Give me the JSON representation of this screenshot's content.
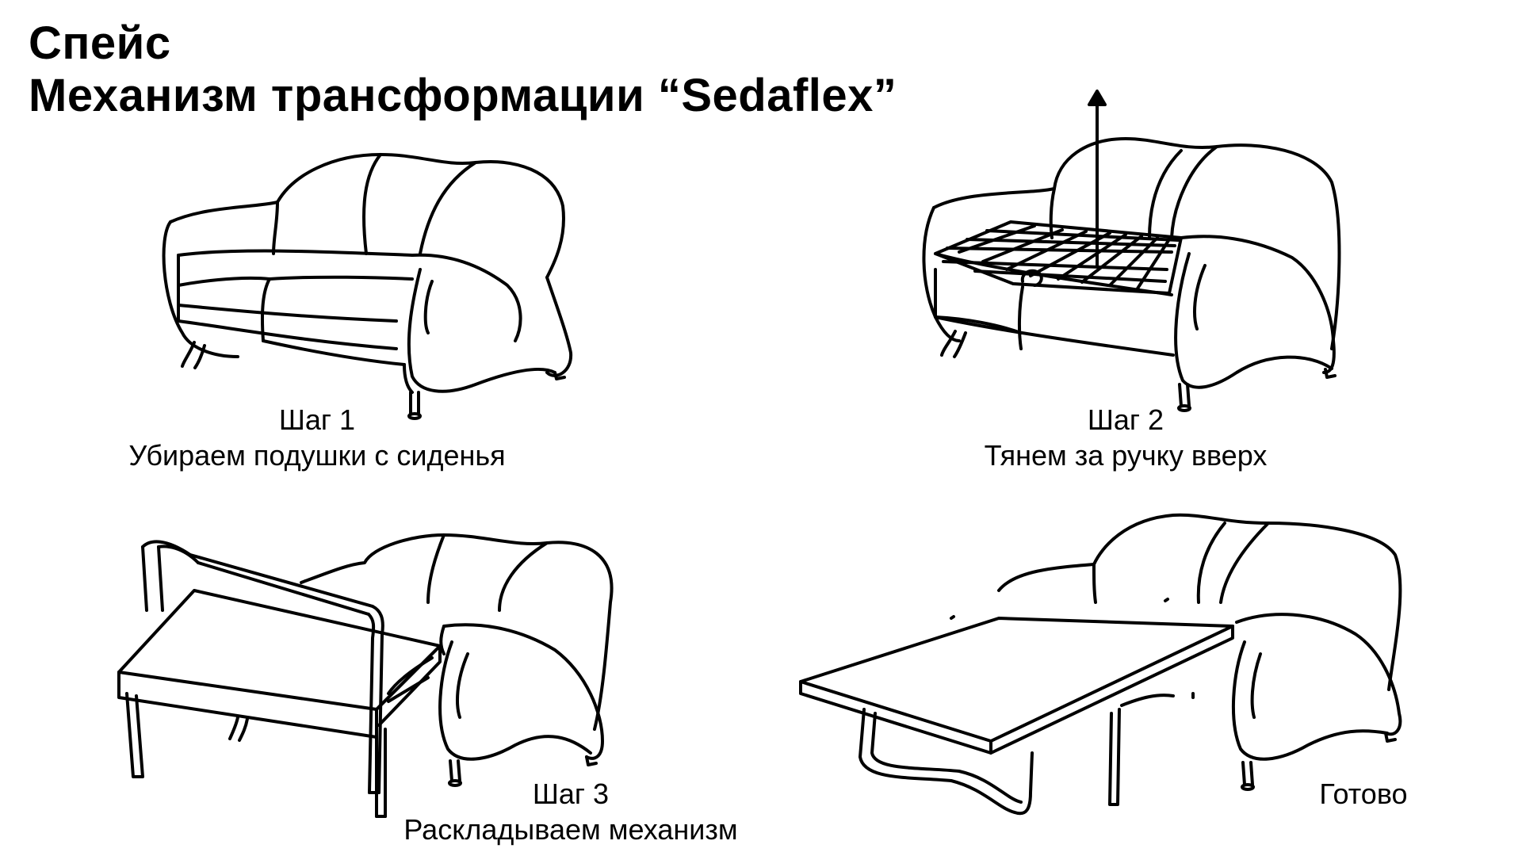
{
  "header": {
    "title_line1": "Спейс",
    "title_line2": "Механизм трансформации “Sedaflex”"
  },
  "steps": [
    {
      "label": "Шаг 1",
      "description": "Убираем подушки с сиденья"
    },
    {
      "label": "Шаг 2",
      "description": "Тянем за ручку вверх"
    },
    {
      "label": "Шаг 3",
      "description": "Раскладываем механизм"
    },
    {
      "label": "Готово",
      "description": ""
    }
  ],
  "line_color": "#000000",
  "background_color": "#ffffff"
}
